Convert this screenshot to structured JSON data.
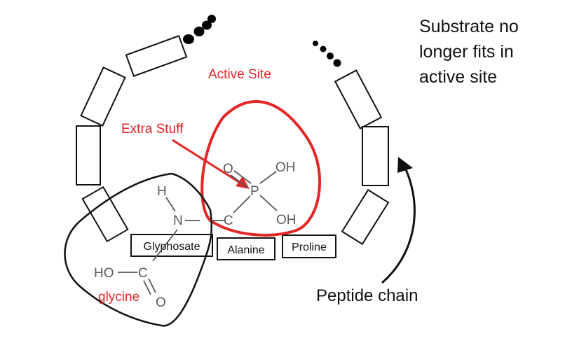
{
  "colors": {
    "accent": "#e32626",
    "ink": "#111111",
    "chem": "#5a5a5a"
  },
  "note": {
    "line1": "Substrate no",
    "line2": "longer fits in",
    "line3": "active site"
  },
  "labels": {
    "active_site": "Active Site",
    "extra_stuff": "Extra Stuff",
    "peptide_chain": "Peptide chain",
    "glycine": "glycine"
  },
  "residues": {
    "glyphosate": "Glyphosate",
    "alanine": "Alanine",
    "proline": "Proline"
  },
  "chem": {
    "O": "O",
    "OH_top": "OH",
    "OH_bottom": "OH",
    "P": "P",
    "C": "C",
    "H": "H",
    "N": "N",
    "HO": "HO",
    "C2": "C",
    "O2": "O"
  }
}
